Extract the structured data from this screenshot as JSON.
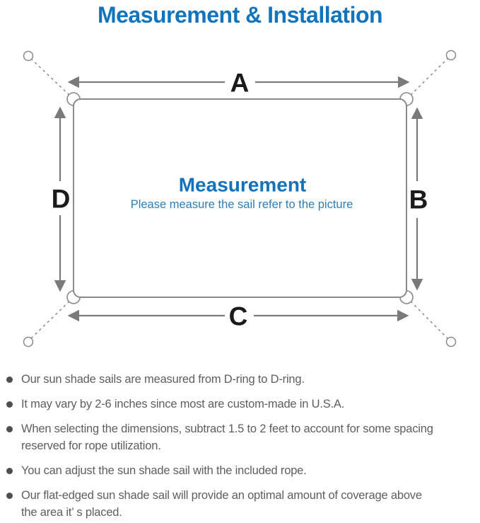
{
  "title": "Measurement & Installation",
  "colors": {
    "title_blue": "#1274bd",
    "heading_blue": "#1273ba",
    "subtitle_blue": "#2f7db3",
    "line_gray": "#8a8a8a",
    "arrow_gray": "#7a7a7a",
    "label_black": "#1b1b1b",
    "text_gray": "#5e5e5e",
    "bullet_gray": "#4f4f4f"
  },
  "diagram": {
    "labels": {
      "top": "A",
      "right": "B",
      "bottom": "C",
      "left": "D"
    },
    "heading": "Measurement",
    "subtitle": "Please measure the sail refer to the picture"
  },
  "bullets": [
    {
      "lines": [
        "Our sun shade sails are measured from D-ring to D-ring."
      ]
    },
    {
      "lines": [
        "It may vary by 2-6 inches since most are custom-made in U.S.A."
      ]
    },
    {
      "lines": [
        "When selecting the dimensions, subtract 1.5 to 2 feet to account for some spacing",
        "reserved for rope utilization."
      ]
    },
    {
      "lines": [
        "You can adjust the sun shade sail with the included rope."
      ]
    },
    {
      "lines": [
        "Our flat-edged sun shade sail will provide an optimal amount of coverage above",
        "the area it’ s placed."
      ]
    }
  ]
}
